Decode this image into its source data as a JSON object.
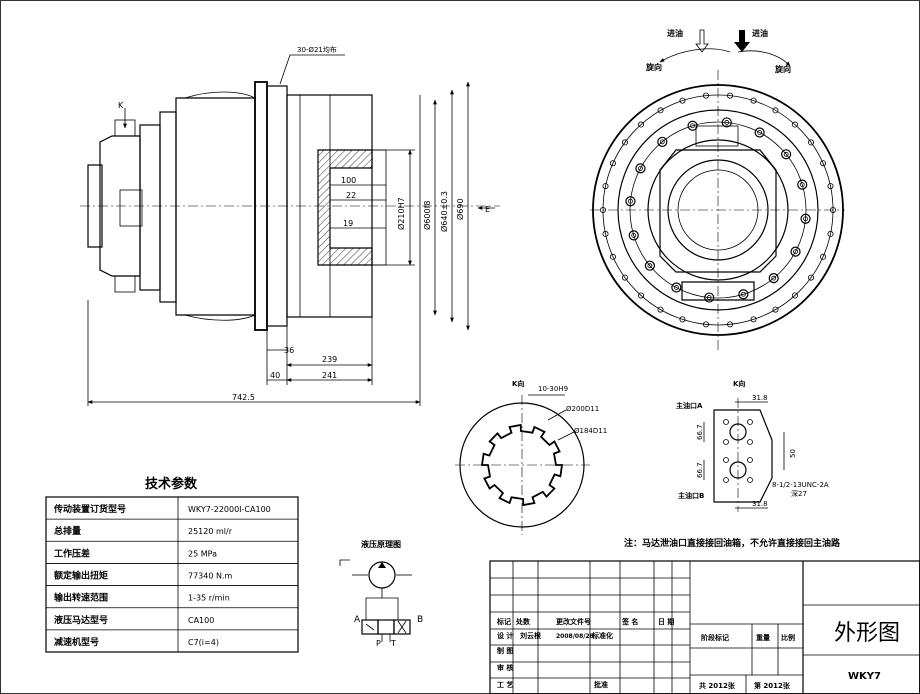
{
  "drawing": {
    "title_cn": "外形图",
    "model_code": "WKY7",
    "note": "注：马达泄油口直接接回油箱，不允许直接接回主油路"
  },
  "side_view": {
    "dims": {
      "overall_length": "742.5",
      "d239": "239",
      "d241": "241",
      "d40": "40",
      "d36": "36",
      "d100": "100",
      "d22": "22",
      "d19": "19",
      "bolt_holes": "30-Ø21均布",
      "dia_210": "Ø210H7",
      "dia_600": "Ø600f8",
      "dia_640": "Ø640±0.3",
      "dia_690": "Ø690"
    },
    "labels": {
      "k": "K",
      "e": "E"
    }
  },
  "front_view": {
    "labels": {
      "in_oil_left": "进油",
      "in_oil_right": "进油",
      "rot_left": "旋向",
      "rot_right": "旋向"
    }
  },
  "spline_view": {
    "label": "K向",
    "spec": "10-30H9",
    "dia_outer": "Ø200D11",
    "dia_inner": "Ø184D11"
  },
  "port_view": {
    "label": "K向",
    "port_a": "主油口A",
    "port_b": "主油口B",
    "dim_top": "31.8",
    "dim_bottom": "31.8",
    "dim_a": "66.7",
    "dim_b": "66.7",
    "dim_side": "50",
    "thread": "8-1/2-13UNC-2A",
    "depth": "深27"
  },
  "hydraulic": {
    "title": "液压原理图",
    "port_a": "A",
    "port_b": "B",
    "port_p": "P",
    "port_t": "T"
  },
  "spec_table": {
    "title": "技术参数",
    "rows": [
      {
        "label": "传动装置订货型号",
        "value": "WKY7-22000I-CA100"
      },
      {
        "label": "总排量",
        "value": "25120 ml/r"
      },
      {
        "label": "工作压差",
        "value": "25 MPa"
      },
      {
        "label": "额定输出扭矩",
        "value": "77340 N.m"
      },
      {
        "label": "输出转速范围",
        "value": "1-35 r/min"
      },
      {
        "label": "液压马达型号",
        "value": "CA100"
      },
      {
        "label": "减速机型号",
        "value": "C7(i=4)"
      }
    ]
  },
  "title_block": {
    "col_labels": [
      "标记",
      "处数",
      "更改文件号",
      "签 名",
      "日 期"
    ],
    "r1": [
      "设 计",
      "刘云根",
      "2008/08/28",
      "标准化"
    ],
    "r2": "制 图",
    "r3": "审 核",
    "r4": [
      "工 艺",
      "批准"
    ],
    "stage": "阶段标记",
    "weight": "重量",
    "scale": "比例",
    "sheets": "共 2012张",
    "sheet_no": "第 2012张"
  }
}
